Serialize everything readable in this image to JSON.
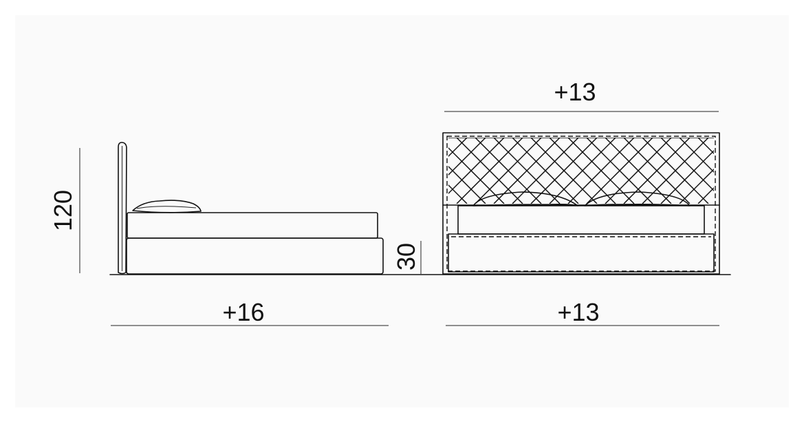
{
  "dimensions": {
    "side_height": "120",
    "base_height": "30",
    "side_length": "+16",
    "front_width_top": "+13",
    "front_width_bottom": "+13"
  },
  "colors": {
    "line": "#111111",
    "background": "#ffffff",
    "panel": "#fafafa"
  }
}
